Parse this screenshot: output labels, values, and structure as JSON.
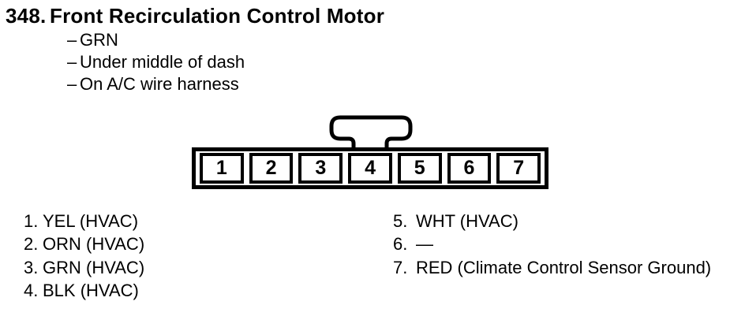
{
  "header": {
    "number": "348.",
    "title": "Front Recirculation Control Motor"
  },
  "details": {
    "dash": "–",
    "items": [
      "GRN",
      "Under middle of dash",
      "On A/C wire harness"
    ]
  },
  "connector": {
    "latch_icon": "t-handle-latch",
    "pins": [
      "1",
      "2",
      "3",
      "4",
      "5",
      "6",
      "7"
    ]
  },
  "legend": {
    "left": [
      {
        "num": "1.",
        "label": "YEL (HVAC)"
      },
      {
        "num": "2.",
        "label": "ORN (HVAC)"
      },
      {
        "num": "3.",
        "label": "GRN (HVAC)"
      },
      {
        "num": "4.",
        "label": "BLK (HVAC)"
      }
    ],
    "right": [
      {
        "num": "5.",
        "label": "WHT (HVAC)"
      },
      {
        "num": "6.",
        "label": "—"
      },
      {
        "num": "7.",
        "label": "RED (Climate Control Sensor Ground)"
      }
    ]
  },
  "colors": {
    "ink": "#000000",
    "paper": "#ffffff"
  }
}
